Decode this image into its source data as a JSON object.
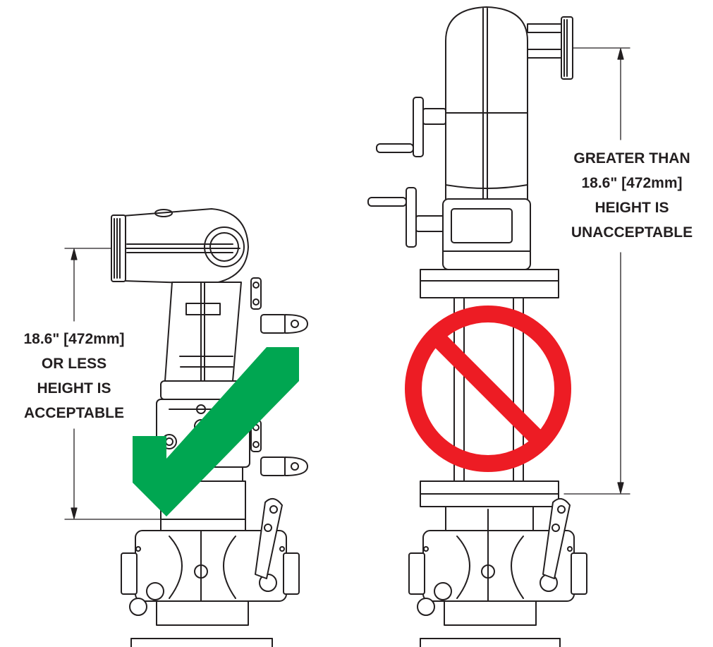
{
  "labels": {
    "acceptable": {
      "line1": "18.6\" [472mm]",
      "line2": "OR LESS",
      "line3": "HEIGHT IS",
      "line4": "ACCEPTABLE"
    },
    "unacceptable": {
      "line1": "GREATER THAN",
      "line2": "18.6\" [472mm]",
      "line3": "HEIGHT IS",
      "line4": "UNACCEPTABLE"
    }
  },
  "colors": {
    "check_mark": "#00a651",
    "prohibition_sign": "#ed1c24",
    "line_art": "#231f20",
    "text": "#231f20",
    "background": "#ffffff"
  },
  "icons": {
    "acceptable": "check-mark-icon",
    "unacceptable": "prohibition-icon"
  }
}
